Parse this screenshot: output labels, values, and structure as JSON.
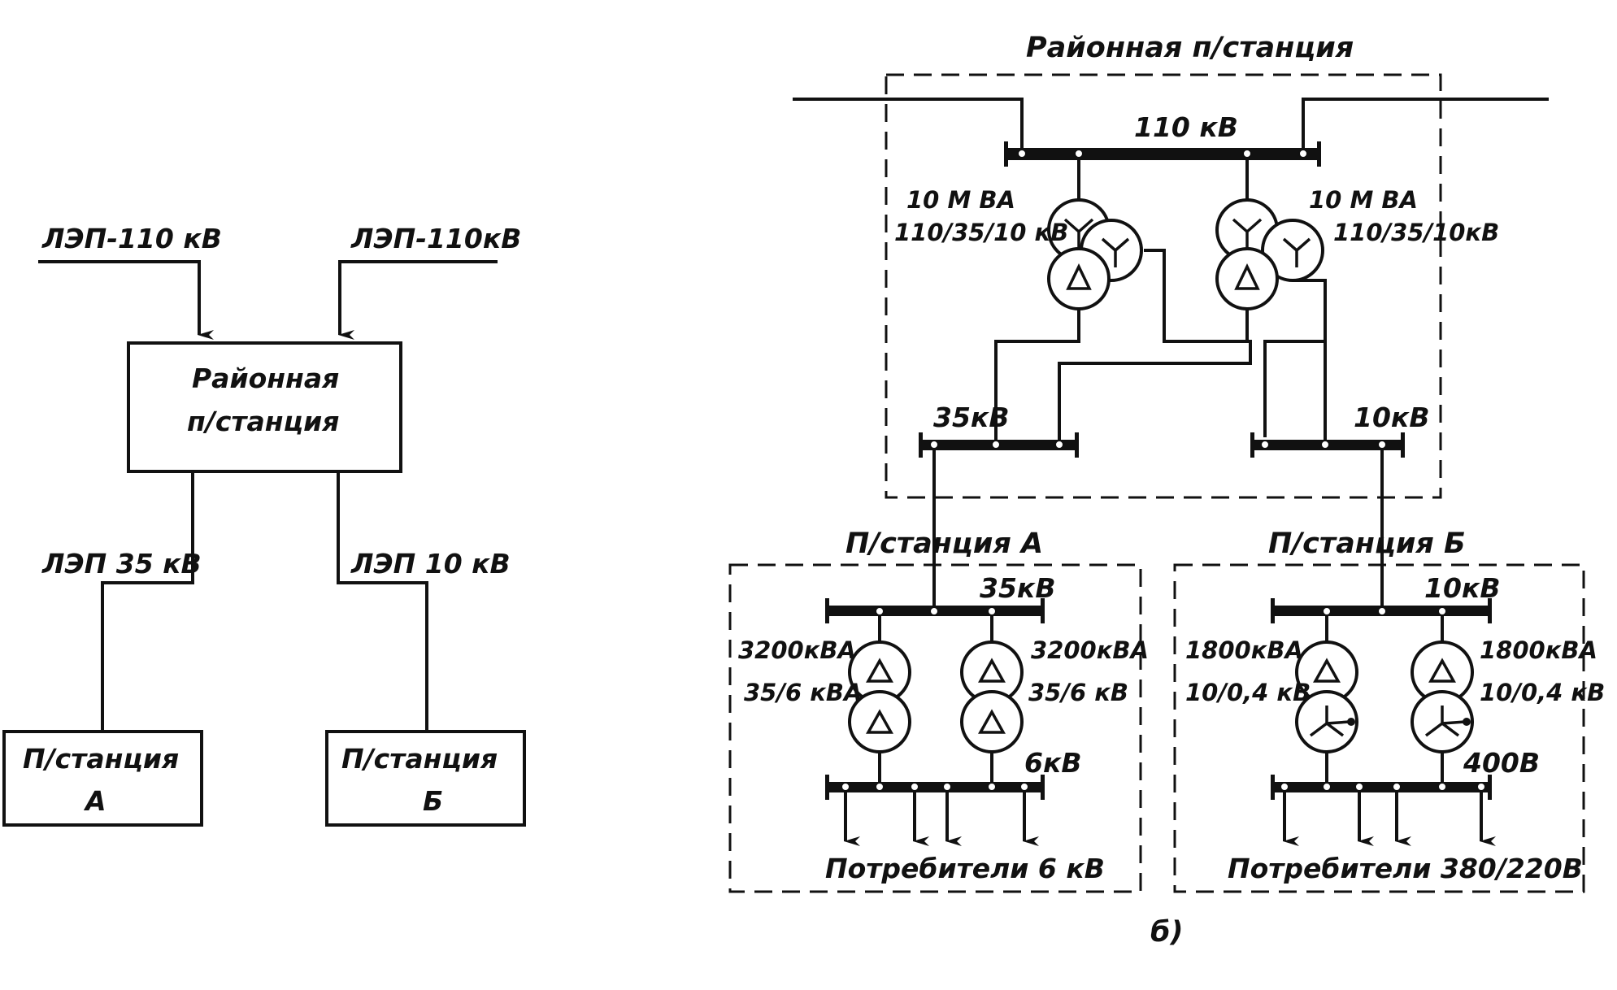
{
  "left": {
    "line_in_left": "ЛЭП-110 кВ",
    "line_in_right": "ЛЭП-110кВ",
    "district_box": [
      "Районная",
      "п/станция"
    ],
    "line_out_left": "ЛЭП 35 кВ",
    "line_out_right": "ЛЭП 10 кВ",
    "sub_a_box": [
      "П/станция",
      "А"
    ],
    "sub_b_box": [
      "П/станция",
      "Б"
    ]
  },
  "right": {
    "district_title": "Районная п/станция",
    "bus_110": "110 кВ",
    "tr1_rating": [
      "10 М ВА",
      "110/35/10 кВ"
    ],
    "tr2_rating": [
      "10 М ВА",
      "110/35/10кВ"
    ],
    "bus_35": "35кВ",
    "bus_10": "10кВ",
    "sub_a_title": "П/станция А",
    "sub_a_bus_in": "35кВ",
    "sub_a_tr_left": [
      "3200кВА",
      "35/6 кВА"
    ],
    "sub_a_tr_right": [
      "3200кВА",
      "35/6 кВ"
    ],
    "sub_a_bus_out": "6кВ",
    "sub_a_consumers": "Потребители 6 кВ",
    "sub_b_title": "П/станция Б",
    "sub_b_bus_in": "10кВ",
    "sub_b_tr_left": [
      "1800кВА",
      "10/0,4 кВ"
    ],
    "sub_b_tr_right": [
      "1800кВА",
      "10/0,4 кВ"
    ],
    "sub_b_bus_out": "400В",
    "sub_b_consumers": "Потребители 380/220В",
    "caption": "б)"
  },
  "colors": {
    "ink": "#111111",
    "paper": "#ffffff"
  }
}
